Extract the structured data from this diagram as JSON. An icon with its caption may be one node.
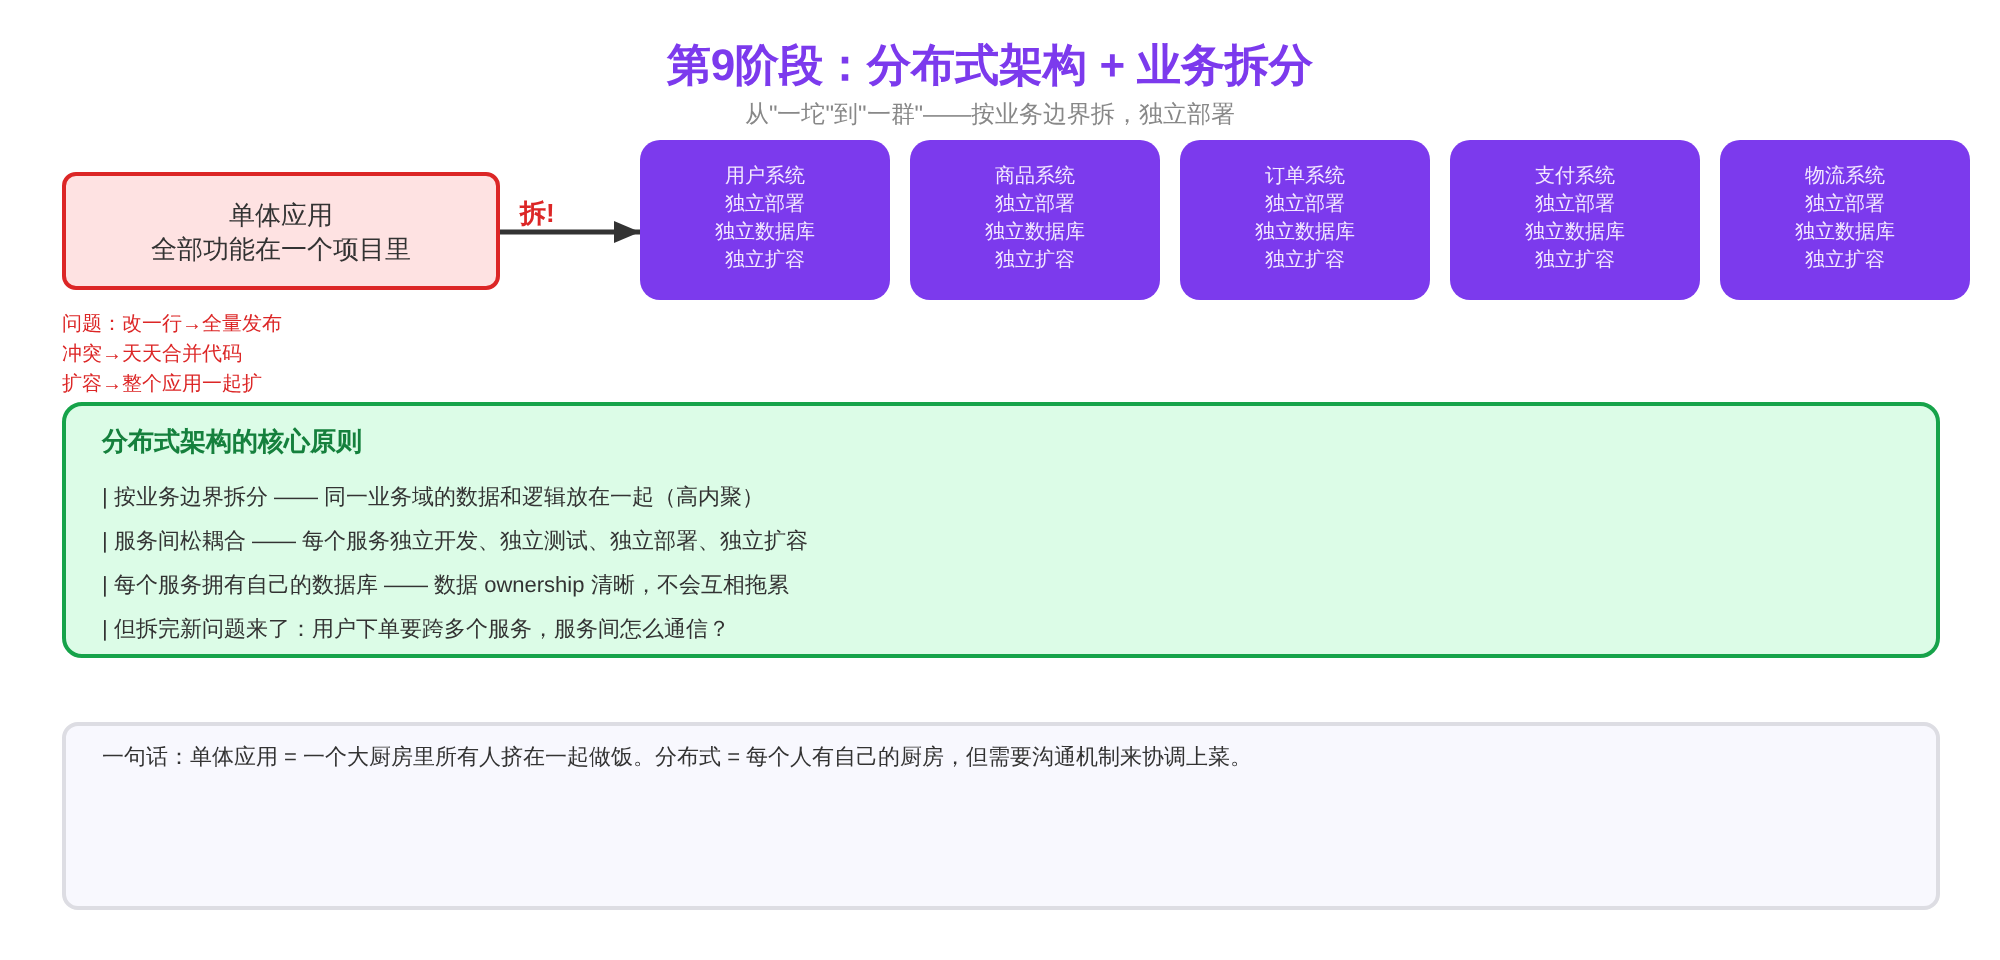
{
  "diagram": {
    "title": "第9阶段：分布式架构 + 业务拆分",
    "nodes": [
      {
        "text": [
          "单体应用",
          "全部功能在一个项目里"
        ],
        "beside": [
          "问题：改一行→全量发布",
          "冲突→天天合并代码",
          "扩容→整个应用一起扩"
        ]
      },
      {
        "text": [
          "用户系统",
          "独立部署",
          "独立数据库",
          "独立扩容"
        ]
      },
      {
        "text": [
          "商品系统",
          "独立部署",
          "独立数据库",
          "独立扩容"
        ]
      },
      {
        "text": [
          "订单系统",
          "独立部署",
          "独立数据库",
          "独立扩容"
        ]
      },
      {
        "text": [
          "支付系统",
          "独立部署",
          "独立数据库",
          "独立扩容"
        ]
      },
      {
        "text": [
          "物流系统",
          "独立部署",
          "独立数据库",
          "独立扩容"
        ]
      },
      {
        "text": [
          "分布式架构的核心原则",
          "| 按业务边界拆分 —— 同一业务域的数据和逻辑放在一起（高内聚）",
          "| 服务间松耦合 —— 每个服务独立开发、独立测试、独立部署、独立扩容",
          "| 每个服务拥有自己的数据库 —— 数据 ownership 清晰，不会互相拖累",
          "| 但拆完新问题来了：用户下单要跨多个服务，服务间怎么通信？"
        ]
      },
      {
        "text": [
          "一句话：单体应用 = 一个大厨房里所有人挤在一起做饭。分布式 = 每个人有自己的厨房，但需要沟通机制来协调上菜。"
        ]
      }
    ],
    "edges": [
      {
        "from": 0,
        "to": 1,
        "arrow": "to",
        "label": "拆!"
      }
    ],
    "labels": [
      "从\"一坨\"到\"一群\"——按业务边界拆，独立部署"
    ]
  }
}
